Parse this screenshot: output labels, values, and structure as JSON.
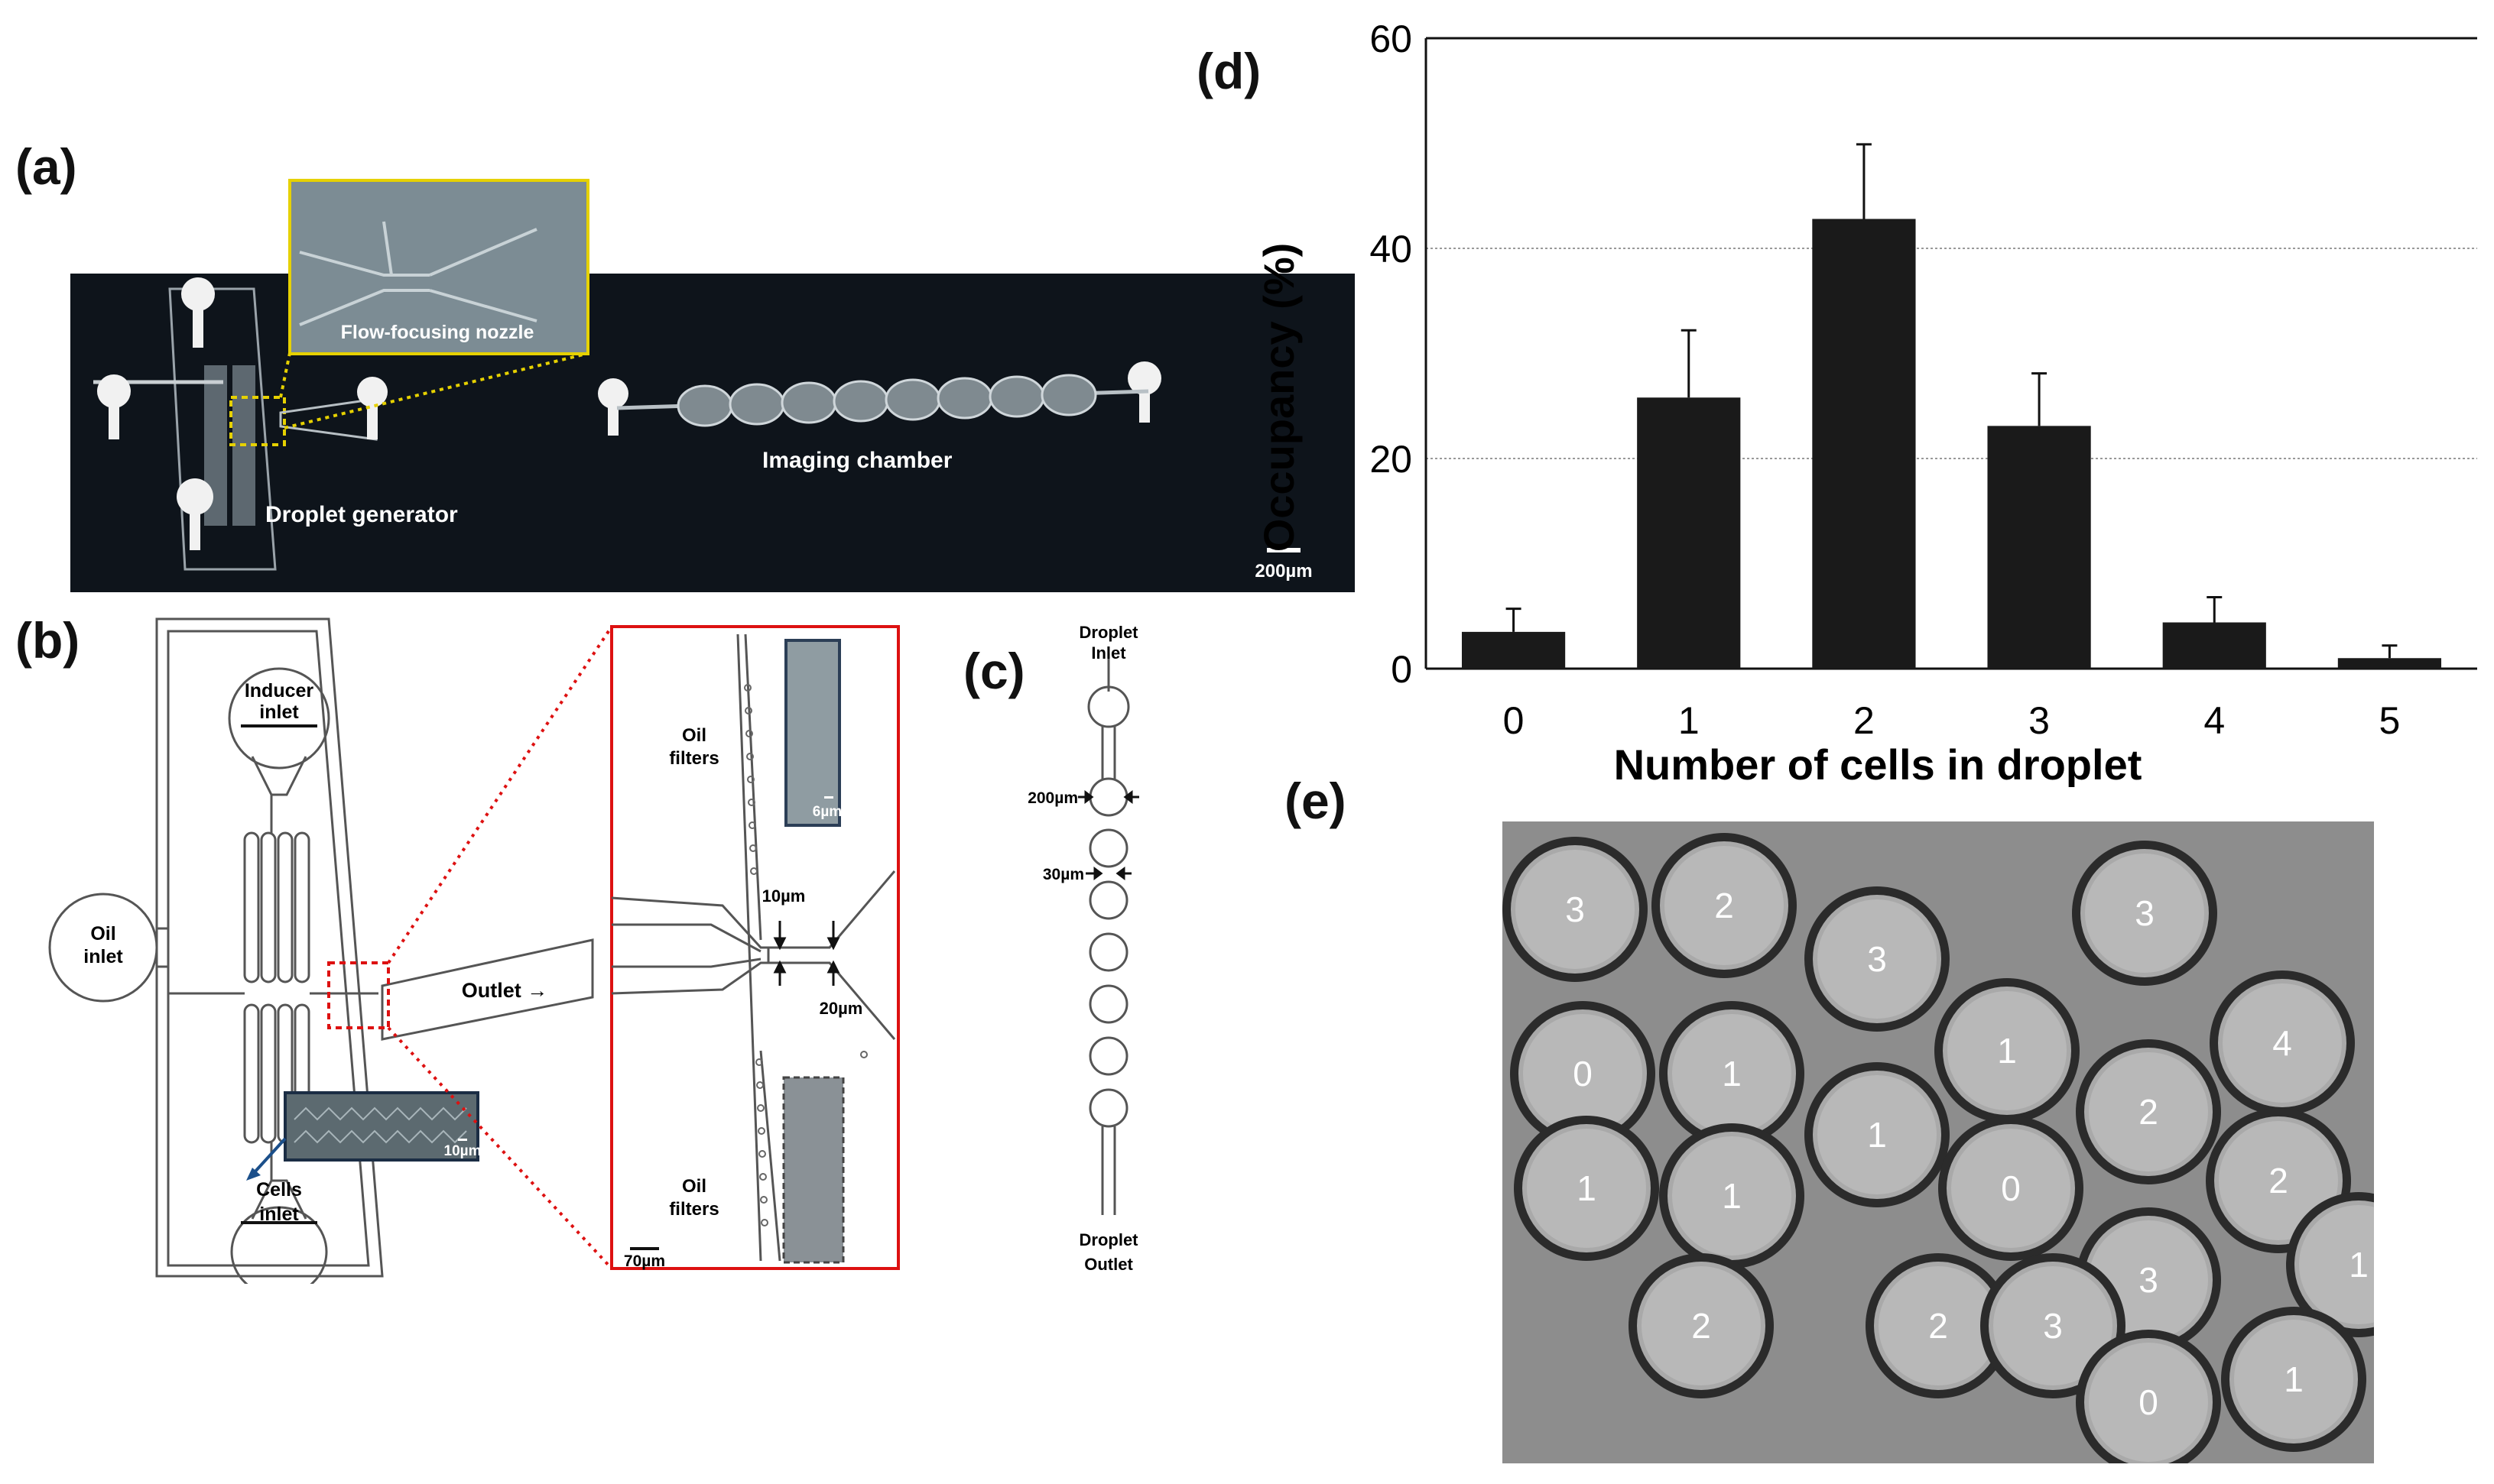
{
  "panel_labels": {
    "a": "(a)",
    "b": "(b)",
    "c": "(c)",
    "d": "(d)",
    "e": "(e)"
  },
  "panel_a": {
    "nozzle_label": "Flow-focusing nozzle",
    "droplet_generator": "Droplet generator",
    "imaging_chamber": "Imaging chamber",
    "scale": "200µm"
  },
  "panel_b": {
    "inducer_inlet": [
      "Inducer",
      "inlet"
    ],
    "oil_inlet": [
      "Oil",
      "inlet"
    ],
    "cells_inlet": [
      "Cells",
      "inlet"
    ],
    "outlet": "Outlet →",
    "inset_scale": "10µm",
    "oil_filters_top": [
      "Oil",
      "filters"
    ],
    "oil_filters_bottom": [
      "Oil",
      "filters"
    ],
    "scale_6um": "6µm",
    "dim_10um": "10µm",
    "dim_20um": "20µm",
    "scale_70um": "70µm"
  },
  "panel_c": {
    "droplet_inlet": [
      "Droplet",
      "Inlet"
    ],
    "dim_200um": "200µm",
    "dim_30um": "30µm",
    "droplet_outlet": [
      "Droplet",
      "Outlet"
    ]
  },
  "chart_data": {
    "type": "bar",
    "categories": [
      "0",
      "1",
      "2",
      "3",
      "4",
      "5"
    ],
    "values": [
      3.5,
      25.8,
      42.8,
      23.1,
      4.4,
      1.0
    ],
    "errors": [
      2.2,
      6.4,
      7.1,
      5.0,
      2.4,
      1.2
    ],
    "xlabel": "Number of cells in droplet",
    "ylabel": "Occupancy (%)",
    "ylim": [
      0,
      60
    ],
    "yticks": [
      "0",
      "20",
      "40",
      "60"
    ],
    "grid": true,
    "bar_color": "#1a1a1a"
  },
  "panel_e": {
    "droplet_counts": [
      "3",
      "2",
      "3",
      "3",
      "0",
      "1",
      "1",
      "4",
      "1",
      "2",
      "1",
      "0",
      "2",
      "1",
      "3",
      "1",
      "2",
      "2",
      "3",
      "0",
      "1"
    ]
  }
}
